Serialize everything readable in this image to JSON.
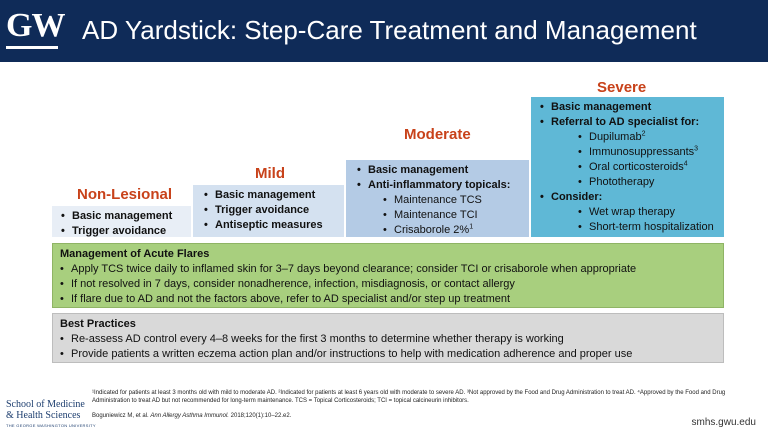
{
  "header": {
    "logo": "GW",
    "title": "AD Yardstick: Step-Care Treatment and Management"
  },
  "levels": {
    "non_lesional": {
      "title": "Non-Lesional",
      "items": [
        "Basic management",
        "Trigger avoidance"
      ]
    },
    "mild": {
      "title": "Mild",
      "items": [
        "Basic management",
        "Trigger avoidance",
        "Antiseptic measures"
      ]
    },
    "moderate": {
      "title": "Moderate",
      "items": [
        "Basic management",
        "Anti-inflammatory topicals:"
      ],
      "sub_items": [
        "Maintenance TCS",
        "Maintenance TCI",
        "Crisaborole 2%"
      ],
      "sub_sup": [
        "",
        "",
        "1"
      ]
    },
    "severe": {
      "title": "Severe",
      "items": [
        "Basic management",
        "Referral to AD specialist for:",
        "Consider:"
      ],
      "referral_items": [
        "Dupilumab",
        "Immunosuppressants",
        "Oral corticosteroids",
        "Phototherapy"
      ],
      "referral_sup": [
        "2",
        "3",
        "4",
        ""
      ],
      "consider_items": [
        "Wet wrap therapy",
        "Short-term hospitalization"
      ]
    }
  },
  "flares": {
    "title": "Management of Acute Flares",
    "items": [
      "Apply TCS twice daily to inflamed skin for 3–7 days beyond clearance; consider TCI or crisaborole when appropriate",
      "If not resolved in 7 days, consider nonadherence, infection, misdiagnosis, or contact allergy",
      "If flare due to AD and not the factors above, refer to AD specialist and/or step up treatment"
    ]
  },
  "best_practices": {
    "title": "Best Practices",
    "items": [
      "Re-assess AD control every 4–8 weeks for the first 3 months to determine whether therapy is working",
      "Provide patients a written eczema action plan and/or instructions to help with medication adherence and proper use"
    ]
  },
  "footnotes": {
    "text": "¹Indicated for patients at least 3 months old with mild to moderate AD. ²Indicated for patients at least 6 years old with moderate to severe AD. ³Not approved by the Food and Drug Administration to treat AD. ⁴Approved by the Food and Drug Administration to treat AD but not recommended for long-term maintenance. TCS = Topical Corticosteroids; TCI = topical calcineurin inhibitors.",
    "citation_authors": "Boguniewicz M, et al.",
    "citation_journal": "Ann Allergy Asthma Immunol.",
    "citation_rest": "2018;120(1):10–22.e2."
  },
  "footer": {
    "school_line1": "School of Medicine",
    "school_line2": "& Health Sciences",
    "school_sub": "THE GEORGE WASHINGTON UNIVERSITY",
    "url": "smhs.gwu.edu"
  }
}
